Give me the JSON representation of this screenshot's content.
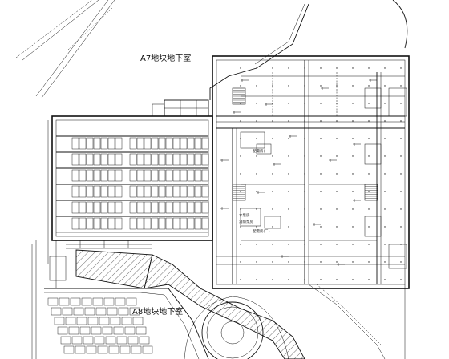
{
  "titles": {
    "basement_a7": "A7地块地下室",
    "basement_a8": "A8地块地下室"
  },
  "room_labels": {
    "distribution_room_1": "配電房(一)",
    "distribution_room_2": "配電房(二)",
    "water_pump_room": "水泵房",
    "fire_pump_room": "消防泵房"
  },
  "colors": {
    "ink": "#111111",
    "paper": "#ffffff"
  }
}
